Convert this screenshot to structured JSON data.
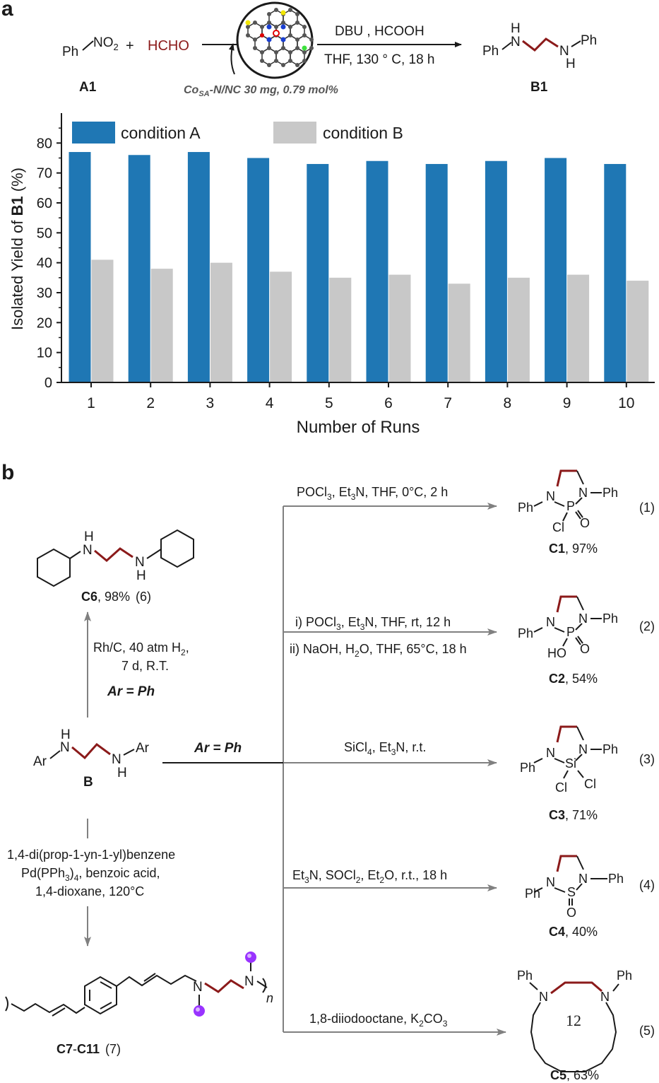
{
  "panel_a": {
    "label": "a",
    "reactant1": {
      "prefix": "Ph",
      "group": "NO",
      "sub": "2",
      "code": "A1"
    },
    "plus": "+",
    "reactant2": "HCHO",
    "catalyst": {
      "name": "Co",
      "sub": "SA",
      "rest": "-N/NC 30 mg, 0.79 mol%"
    },
    "reagents_top": "DBU , HCOOH",
    "reagents_bottom": "THF, 130 ° C, 18 h",
    "product_code": "B1",
    "product": {
      "ph1": "Ph",
      "n1": "N",
      "h1": "H",
      "n2": "N",
      "h2": "H",
      "ph2": "Ph"
    }
  },
  "chart_data": {
    "type": "bar",
    "categories": [
      "1",
      "2",
      "3",
      "4",
      "5",
      "6",
      "7",
      "8",
      "9",
      "10"
    ],
    "series": [
      {
        "name": "condition A",
        "color": "#1f77b4",
        "values": [
          77,
          76,
          77,
          75,
          73,
          74,
          73,
          74,
          75,
          73
        ]
      },
      {
        "name": "condition B",
        "color": "#c8c8c8",
        "values": [
          41,
          38,
          40,
          37,
          35,
          36,
          33,
          35,
          36,
          34
        ]
      }
    ],
    "ylabel_pre": "Isolated Yield of ",
    "ylabel_bold": "B1",
    "ylabel_post": " (%)",
    "xlabel": "Number of Runs",
    "ylim": [
      0,
      90
    ],
    "yticks": [
      0,
      10,
      20,
      30,
      40,
      50,
      60,
      70,
      80
    ],
    "legend_position": "top"
  },
  "panel_b": {
    "label": "b",
    "start": {
      "code": "B",
      "ar1": "Ar",
      "ar2": "Ar",
      "n1": "N",
      "h1": "H",
      "n2": "N",
      "h2": "H"
    },
    "ar_ph": "Ar = Ph",
    "c6": {
      "code": "C6",
      "yield": ", 98%",
      "eq": "(6)",
      "n1": "N",
      "h1": "H",
      "n2": "N",
      "h2": "H"
    },
    "c6_conditions": [
      "Rh/C, 40 atm H",
      "7 d, R.T."
    ],
    "c6_sub": "2",
    "ar_ph_left": "Ar = Ph",
    "polymer_conditions": [
      "1,4-di(prop-1-yn-1-yl)benzene",
      "Pd(PPh",
      "3",
      ")",
      "4",
      ", benzoic acid,",
      "1,4-dioxane, 120°C"
    ],
    "polymer": {
      "code": "C7",
      "dash": "-",
      "code2": "C11",
      "eq": "(7)",
      "n_sub": "n",
      "n1": "N",
      "n2": "N"
    },
    "reactions": [
      {
        "cond1": "POCl",
        "s1": "3",
        "cond1b": ", Et",
        "s2": "3",
        "cond1c": "N, THF, 0°C, 2 h",
        "code": "C1",
        "yield": ", 97%",
        "eq": "(1)"
      },
      {
        "cond1": "i) POCl",
        "s1": "3",
        "cond1b": ", Et",
        "s2": "3",
        "cond1c": "N, THF, rt, 12 h",
        "cond2": "ii) NaOH, H",
        "s3": "2",
        "cond2b": "O, THF, 65°C, 18 h",
        "code": "C2",
        "yield": ", 54%",
        "eq": "(2)"
      },
      {
        "cond1": "SiCl",
        "s1": "4",
        "cond1b": ", Et",
        "s2": "3",
        "cond1c": "N, r.t.",
        "code": "C3",
        "yield": ", 71%",
        "eq": "(3)"
      },
      {
        "cond1": "Et",
        "s1": "3",
        "cond1b": "N, SOCl",
        "s2": "2",
        "cond1c": ", Et",
        "s4": "2",
        "cond1d": "O, r.t., 18 h",
        "code": "C4",
        "yield": ", 40%",
        "eq": "(4)"
      },
      {
        "cond1": "1,8-diiodooctane, K",
        "s1": "2",
        "cond1b": "CO",
        "s2": "3",
        "code": "C5",
        "yield": ", 63%",
        "eq": "(5)"
      }
    ],
    "atoms": {
      "c1": {
        "n1": "N",
        "n2": "N",
        "p": "P",
        "ph1": "Ph",
        "ph2": "Ph",
        "x": "Cl",
        "o": "O"
      },
      "c2": {
        "n1": "N",
        "n2": "N",
        "p": "P",
        "ph1": "Ph",
        "ph2": "Ph",
        "x": "HO",
        "o": "O"
      },
      "c3": {
        "n1": "N",
        "n2": "N",
        "si": "Si",
        "ph1": "Ph",
        "ph2": "Ph",
        "cl1": "Cl",
        "cl2": "Cl"
      },
      "c4": {
        "n1": "N",
        "n2": "N",
        "s": "S",
        "ph1": "Ph",
        "ph2": "Ph",
        "o": "O"
      },
      "c5": {
        "n1": "N",
        "n2": "N",
        "ph1": "Ph",
        "ph2": "Ph",
        "ring": "12"
      }
    }
  }
}
